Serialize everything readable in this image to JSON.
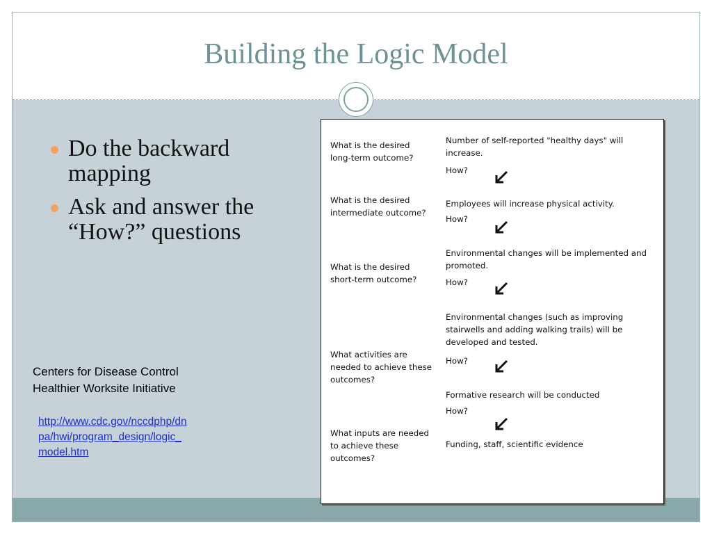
{
  "title": "Building the Logic Model",
  "bullets": [
    "Do the backward mapping",
    "Ask and answer the “How?” questions"
  ],
  "source": {
    "line1": "Centers for Disease Control",
    "line2": "Healthier Worksite Initiative"
  },
  "link": {
    "line1": "http://www.cdc.gov/nccdphp/dn",
    "line2": "pa/hwi/program_design/logic_",
    "line3": "model.htm"
  },
  "diagram": {
    "rows": [
      {
        "question": "What is the desired\nlong-term outcome?",
        "answer": "Number of self-reported \"healthy days\" will\nincrease."
      },
      {
        "question": "What is the desired\nintermediate outcome?",
        "answer": "Employees will increase physical activity."
      },
      {
        "question": "What is the desired\nshort-term outcome?",
        "answer": "Environmental changes will be implemented and\npromoted."
      },
      {
        "question": "What activities are\nneeded to achieve these\noutcomes?",
        "answer": "Environmental changes (such as improving\nstairwells and adding walking trails) will be\ndeveloped and tested."
      },
      {
        "question": "What inputs are needed\nto achieve these\noutcomes?",
        "answer": "Formative research will be conducted"
      }
    ],
    "how_label": "How?",
    "final_answer": "Funding, staff, scientific evidence"
  },
  "colors": {
    "title": "#6e9195",
    "background": "#c6d2d8",
    "footer": "#89a8aa",
    "bullet": "#f2a261",
    "link": "#1a2fd0"
  }
}
